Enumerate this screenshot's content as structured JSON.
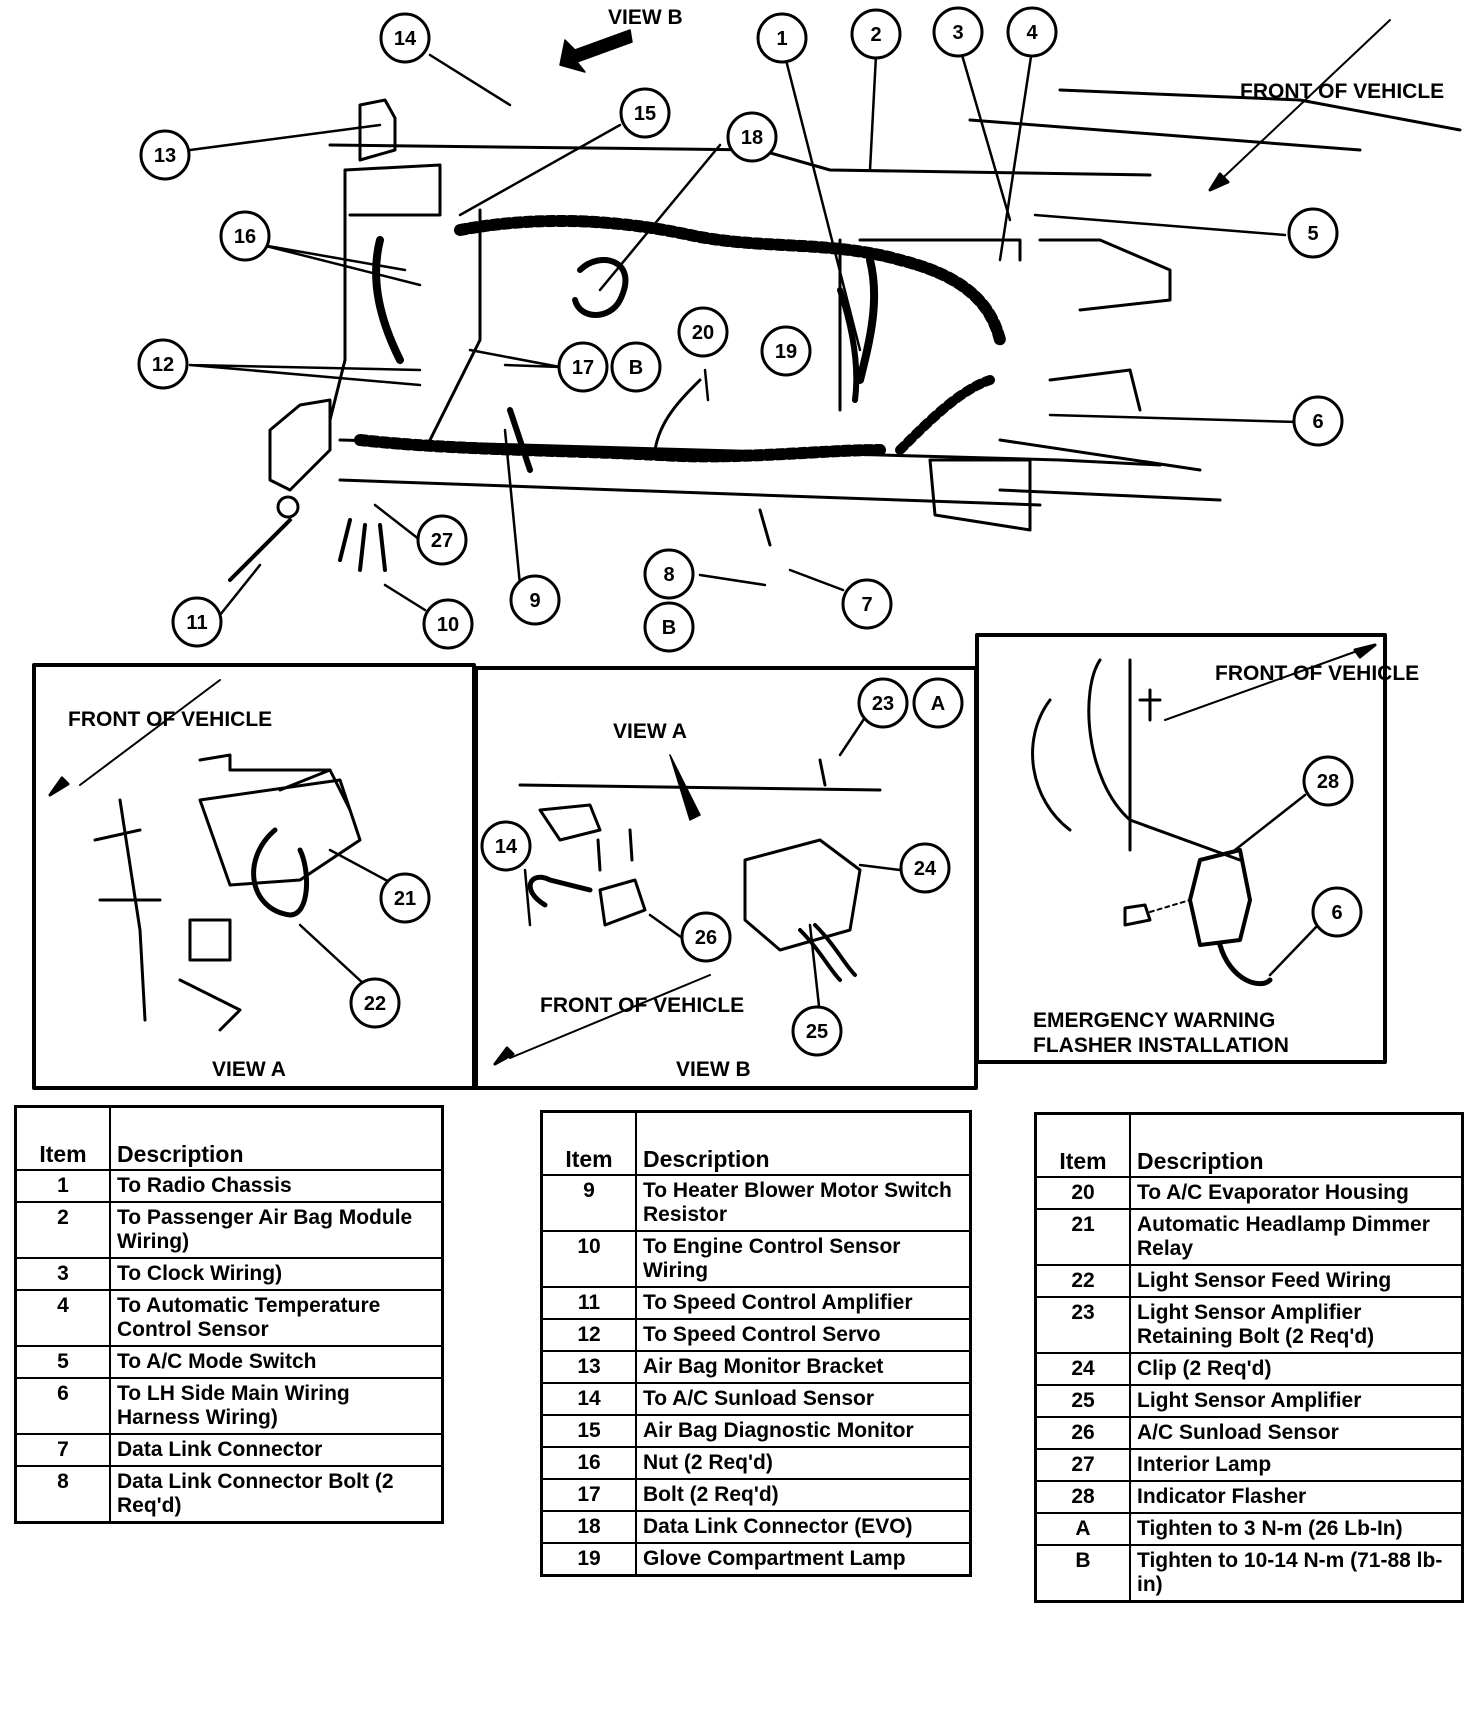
{
  "main_view": {
    "view_b_label": "VIEW B",
    "front_of_vehicle": "FRONT OF VEHICLE",
    "callouts": [
      "1",
      "2",
      "3",
      "4",
      "5",
      "6",
      "7",
      "8",
      "9",
      "10",
      "11",
      "12",
      "13",
      "14",
      "15",
      "16",
      "17",
      "18",
      "19",
      "20",
      "27"
    ],
    "letter_callouts": [
      "B",
      "B"
    ]
  },
  "view_a": {
    "caption": "VIEW A",
    "front_of_vehicle": "FRONT OF VEHICLE",
    "callouts": [
      "21",
      "22"
    ]
  },
  "view_b": {
    "caption": "VIEW B",
    "view_a_label": "VIEW A",
    "front_of_vehicle": "FRONT OF VEHICLE",
    "callouts": [
      "14",
      "23",
      "24",
      "25",
      "26"
    ],
    "letter_callouts": [
      "A"
    ]
  },
  "flasher": {
    "caption_line1": "EMERGENCY WARNING",
    "caption_line2": "FLASHER INSTALLATION",
    "front_of_vehicle": "FRONT OF VEHICLE",
    "callouts": [
      "28",
      "6"
    ]
  },
  "tables": [
    {
      "headers": {
        "item": "Item",
        "description": "Description"
      },
      "rows": [
        {
          "item": "1",
          "description": "To Radio Chassis"
        },
        {
          "item": "2",
          "description": "To Passenger Air Bag Module Wiring)"
        },
        {
          "item": "3",
          "description": "To Clock Wiring)"
        },
        {
          "item": "4",
          "description": "To Automatic Temperature Control Sensor"
        },
        {
          "item": "5",
          "description": "To A/C Mode Switch"
        },
        {
          "item": "6",
          "description": "To LH Side Main Wiring Harness Wiring)"
        },
        {
          "item": "7",
          "description": "Data Link Connector"
        },
        {
          "item": "8",
          "description": "Data Link Connector Bolt (2 Req'd)"
        }
      ]
    },
    {
      "headers": {
        "item": "Item",
        "description": "Description"
      },
      "rows": [
        {
          "item": "9",
          "description": "To Heater Blower Motor Switch Resistor"
        },
        {
          "item": "10",
          "description": "To Engine Control Sensor Wiring"
        },
        {
          "item": "11",
          "description": "To Speed Control Amplifier"
        },
        {
          "item": "12",
          "description": "To Speed Control Servo"
        },
        {
          "item": "13",
          "description": "Air Bag Monitor Bracket"
        },
        {
          "item": "14",
          "description": "To A/C Sunload Sensor"
        },
        {
          "item": "15",
          "description": "Air Bag Diagnostic Monitor"
        },
        {
          "item": "16",
          "description": "Nut (2 Req'd)"
        },
        {
          "item": "17",
          "description": "Bolt (2 Req'd)"
        },
        {
          "item": "18",
          "description": "Data Link Connector (EVO)"
        },
        {
          "item": "19",
          "description": "Glove Compartment Lamp"
        }
      ]
    },
    {
      "headers": {
        "item": "Item",
        "description": "Description"
      },
      "rows": [
        {
          "item": "20",
          "description": "To A/C Evaporator Housing"
        },
        {
          "item": "21",
          "description": "Automatic Headlamp Dimmer Relay"
        },
        {
          "item": "22",
          "description": "Light Sensor Feed Wiring"
        },
        {
          "item": "23",
          "description": "Light Sensor Amplifier Retaining Bolt (2 Req'd)"
        },
        {
          "item": "24",
          "description": "Clip (2 Req'd)"
        },
        {
          "item": "25",
          "description": "Light Sensor Amplifier"
        },
        {
          "item": "26",
          "description": "A/C Sunload Sensor"
        },
        {
          "item": "27",
          "description": "Interior Lamp"
        },
        {
          "item": "28",
          "description": "Indicator Flasher"
        },
        {
          "item": "A",
          "description": "Tighten to 3 N-m (26 Lb-In)"
        },
        {
          "item": "B",
          "description": "Tighten to 10-14 N-m (71-88 lb-in)"
        }
      ]
    }
  ]
}
